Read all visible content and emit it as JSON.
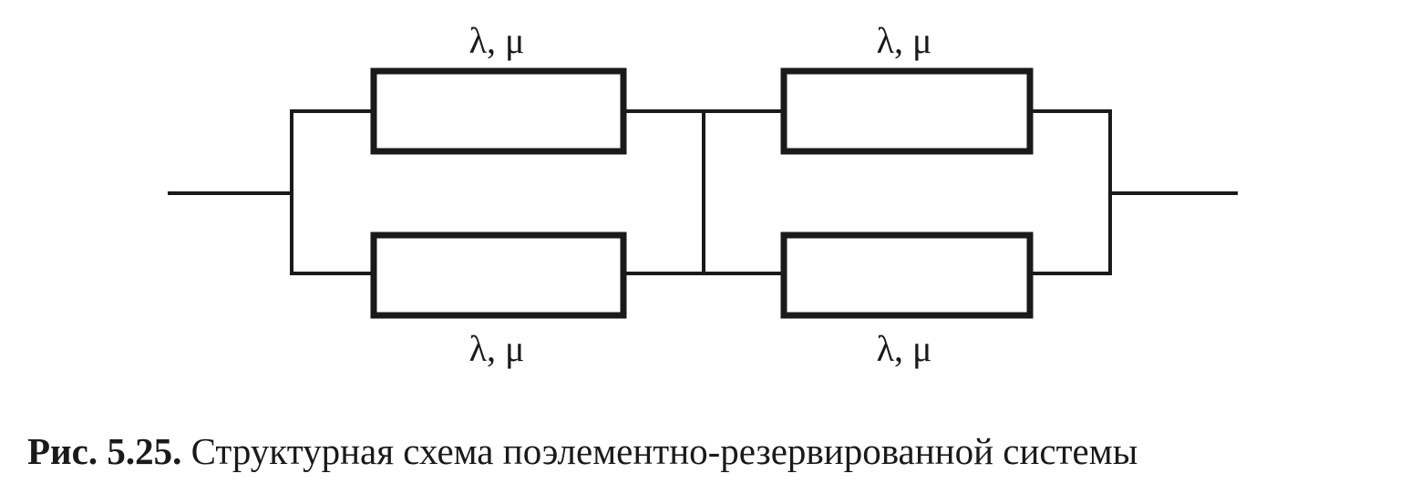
{
  "diagram": {
    "blocks": [
      {
        "id": "block-1",
        "label": "λ, μ"
      },
      {
        "id": "block-2",
        "label": "λ, μ"
      },
      {
        "id": "block-3",
        "label": "λ, μ"
      },
      {
        "id": "block-4",
        "label": "λ, μ"
      }
    ]
  },
  "caption": {
    "number": "Рис. 5.25.",
    "text": " Структурная схема поэлементно-резервированной системы"
  }
}
